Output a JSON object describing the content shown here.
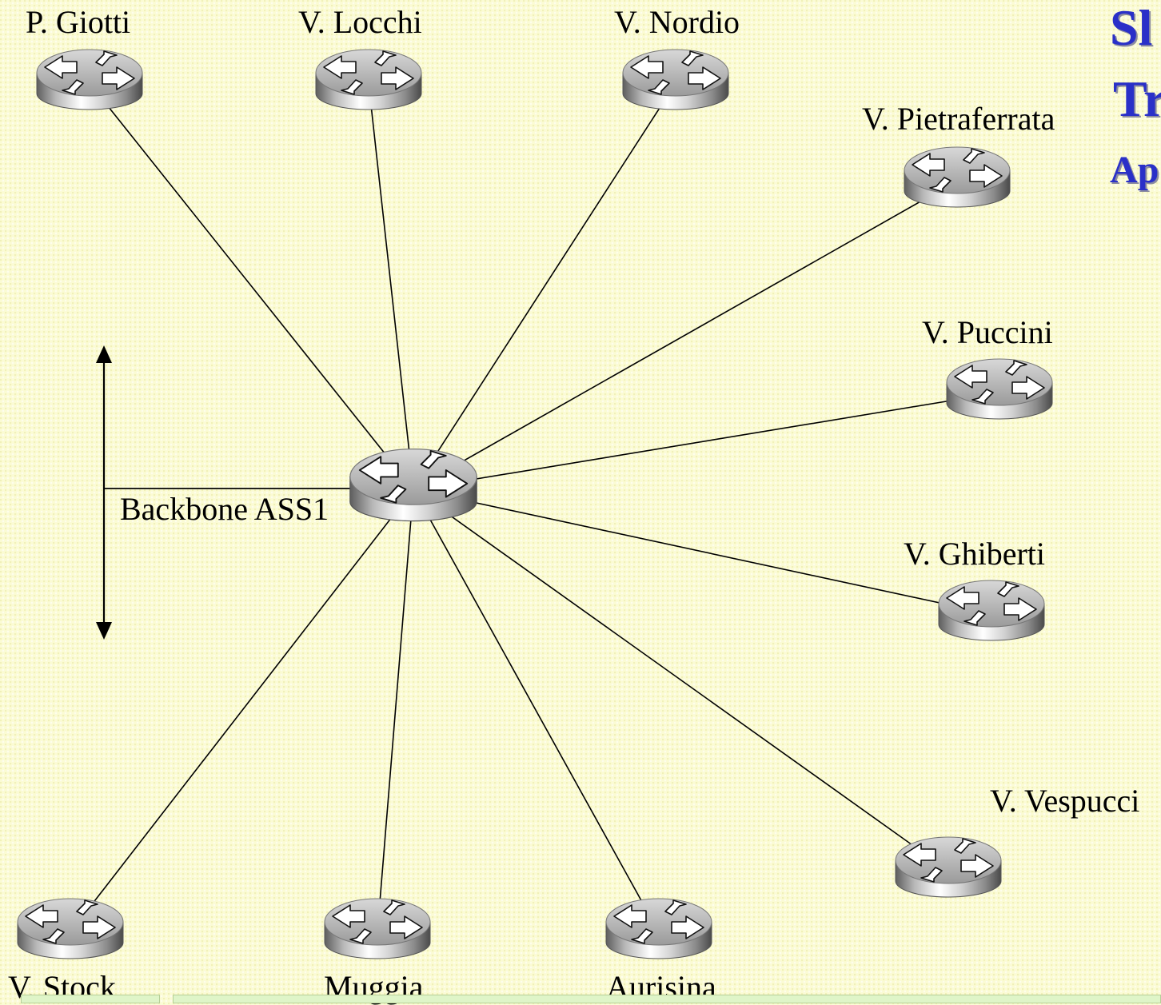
{
  "title_lines": [
    "Sl",
    "Tr",
    "Ap"
  ],
  "hub": {
    "id": "hub",
    "label": "Backbone ASS1"
  },
  "sites": [
    {
      "id": "giotti",
      "label": "P. Giotti"
    },
    {
      "id": "locchi",
      "label": "V. Locchi"
    },
    {
      "id": "nordio",
      "label": "V. Nordio"
    },
    {
      "id": "pietraferrata",
      "label": "V. Pietraferrata"
    },
    {
      "id": "puccini",
      "label": "V. Puccini"
    },
    {
      "id": "ghiberti",
      "label": "V. Ghiberti"
    },
    {
      "id": "vespucci",
      "label": "V. Vespucci"
    },
    {
      "id": "stock",
      "label": "V. Stock"
    },
    {
      "id": "muggia",
      "label": "Muggia"
    },
    {
      "id": "aurisina",
      "label": "Aurisina"
    }
  ],
  "links": [
    [
      "hub",
      "giotti"
    ],
    [
      "hub",
      "locchi"
    ],
    [
      "hub",
      "nordio"
    ],
    [
      "hub",
      "pietraferrata"
    ],
    [
      "hub",
      "puccini"
    ],
    [
      "hub",
      "ghiberti"
    ],
    [
      "hub",
      "vespucci"
    ],
    [
      "hub",
      "stock"
    ],
    [
      "hub",
      "muggia"
    ],
    [
      "hub",
      "aurisina"
    ]
  ],
  "colors": {
    "title": "#2a30c8",
    "background": "#fbfbd4"
  },
  "icons": {
    "router": "router-icon",
    "arrow": "double-headed-arrow-icon"
  }
}
